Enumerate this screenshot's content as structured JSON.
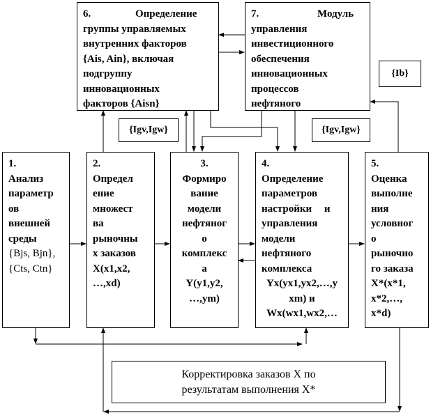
{
  "boxes": {
    "b1": {
      "lines": [
        "1.",
        "Анализ",
        "параметр",
        "ов",
        "внешней",
        "среды",
        "{Bjs, Bjn},",
        "{Cts, Ctn}"
      ]
    },
    "b2": {
      "lines": [
        "2.",
        "Определ",
        "ение",
        "множест",
        "ва",
        "рыночны",
        "х заказов",
        "X(x1,x2,",
        "…,xd)"
      ]
    },
    "b3": {
      "lines": [
        "3.",
        "Формиро",
        "вание",
        "модели",
        "нефтяног",
        "о",
        "комплекс",
        "а",
        "Y(y1,y2,",
        "…,ym)"
      ]
    },
    "b4": {
      "lines": [
        "4.",
        "Определение",
        "параметров",
        "настройки и",
        "управления",
        "модели",
        "нефтяного",
        "комплекса",
        "Yx(yx1,yx2,…,y",
        "xm) и",
        "Wx(wx1,wx2,…"
      ]
    },
    "b5": {
      "lines": [
        "5.",
        "Оценка",
        "выполне",
        "ния",
        "условног",
        "о",
        "рыночно",
        "го заказа",
        "X*(x*1,",
        "x*2,…,",
        "x*d)"
      ]
    },
    "b6": {
      "lines": [
        "6. Определение",
        "группы управляемых",
        "внутренних факторов",
        "{Ais, Ain}, включая",
        "подгруппу",
        "инновационных",
        "факторов {Aisn}"
      ]
    },
    "b7": {
      "lines": [
        "7. Модуль",
        "управления",
        "инвестиционного",
        "обеспечения",
        "инновационных",
        "процессов",
        "нефтяного"
      ]
    },
    "ib": "{Ib}",
    "igv_left": "{Igv,Igw}",
    "igv_right": "{Igv,Igw}",
    "correction": {
      "lines": [
        "Корректировка заказов X по",
        "результатам выполнения X*"
      ]
    }
  }
}
